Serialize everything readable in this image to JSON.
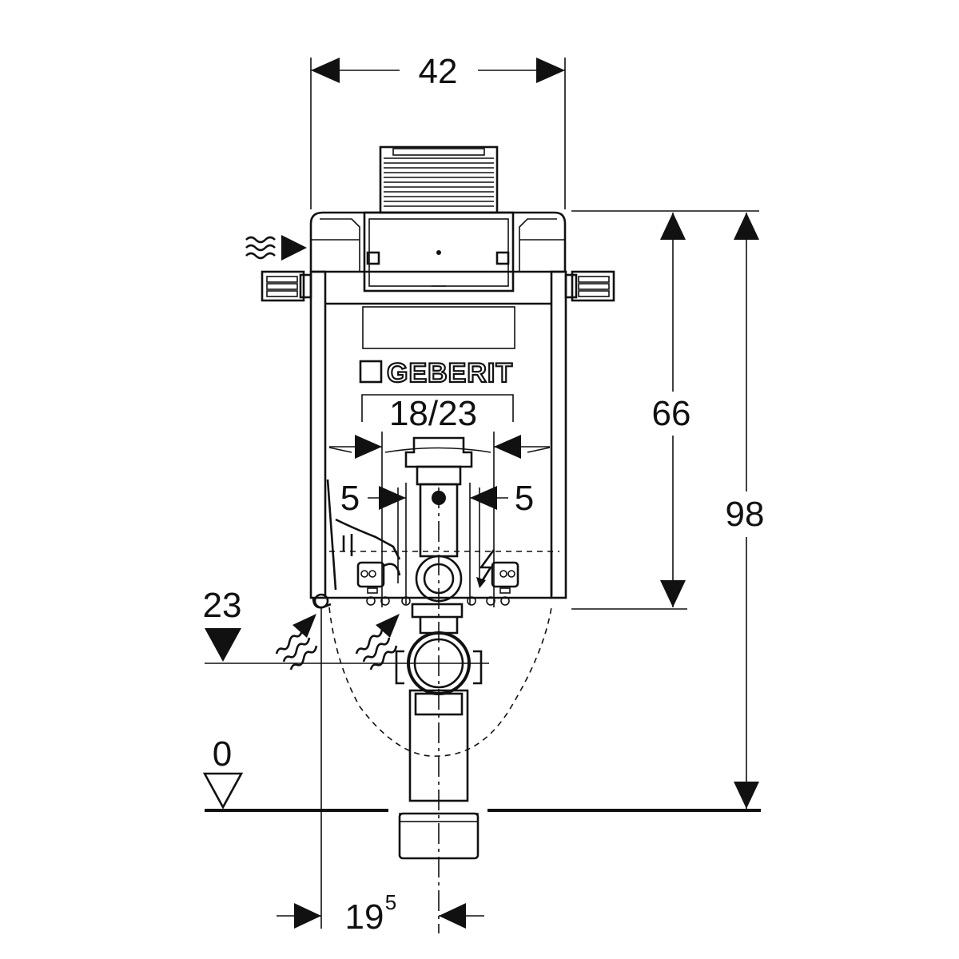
{
  "dimensions": {
    "width_top": "42",
    "inner_spacing": "18/23",
    "offset_left": "5",
    "offset_right": "5",
    "height_frame": "66",
    "height_total": "98",
    "level_supply": "23",
    "level_floor": "0",
    "offset_bottom_base": "19",
    "offset_bottom_sup": "5"
  },
  "brand": {
    "name": "GEBERIT"
  },
  "colors": {
    "line": "#111111",
    "background": "#ffffff"
  },
  "icons": {
    "water_inlet": "wavy-arrow-icon",
    "electric": "lightning-icon",
    "level_marker_filled": "triangle-filled-icon",
    "level_marker_open": "triangle-open-icon"
  }
}
